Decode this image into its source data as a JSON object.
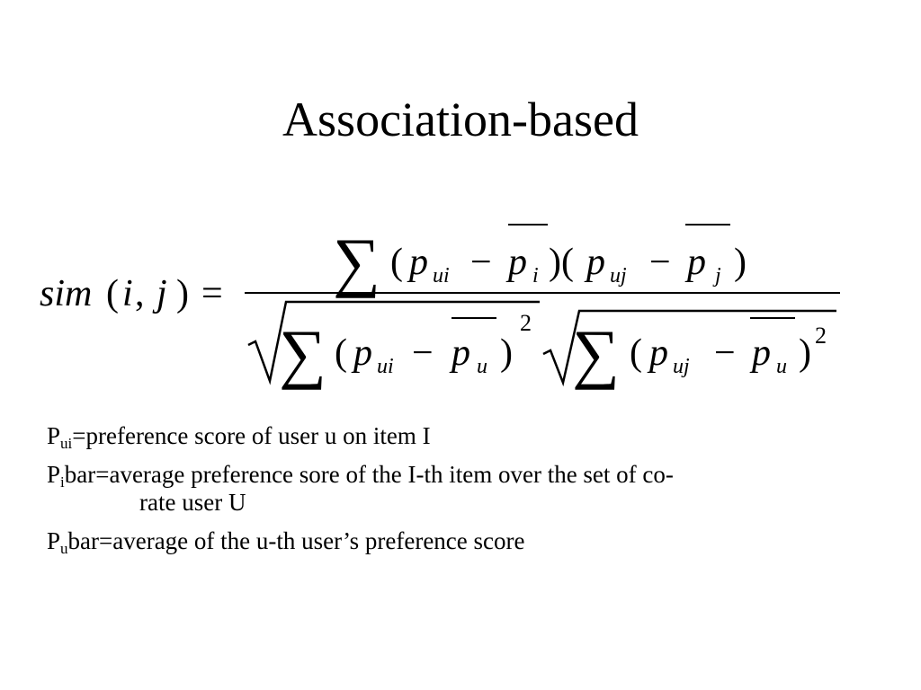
{
  "slide": {
    "title": "Association-based"
  },
  "formula": {
    "lhs": {
      "func": "sim",
      "open": "(",
      "arg1": "i",
      "comma": ",",
      "arg2": "j",
      "close": ")",
      "equals": "="
    },
    "numerator": {
      "sum": "∑",
      "lp1": "(",
      "p1": "p",
      "s1": "ui",
      "minus1": "−",
      "p2": "p",
      "s2": "i",
      "mid": ")(",
      "p3": "p",
      "s3": "uj",
      "minus2": "−",
      "p4": "p",
      "s4": "j",
      "rp": ")"
    },
    "denominator_left": {
      "sum": "∑",
      "lp": "(",
      "p1": "p",
      "s1": "ui",
      "minus": "−",
      "p2": "p",
      "s2": "u",
      "rp": ")",
      "exp": "2"
    },
    "denominator_right": {
      "sum": "∑",
      "lp": "(",
      "p1": "p",
      "s1": "uj",
      "minus": "−",
      "p2": "p",
      "s2": "u",
      "rp": ")",
      "exp": "2"
    }
  },
  "definitions": [
    {
      "symbol": "P",
      "sub": "ui",
      "text": "=preference score of user u on item I"
    },
    {
      "symbol": "P",
      "sub": "i",
      "text": "bar=average preference sore of the I-th item over the set of co-",
      "continuation": "rate user U"
    },
    {
      "symbol": "P",
      "sub": "u",
      "text": "bar=average of the u-th user’s preference score"
    }
  ]
}
